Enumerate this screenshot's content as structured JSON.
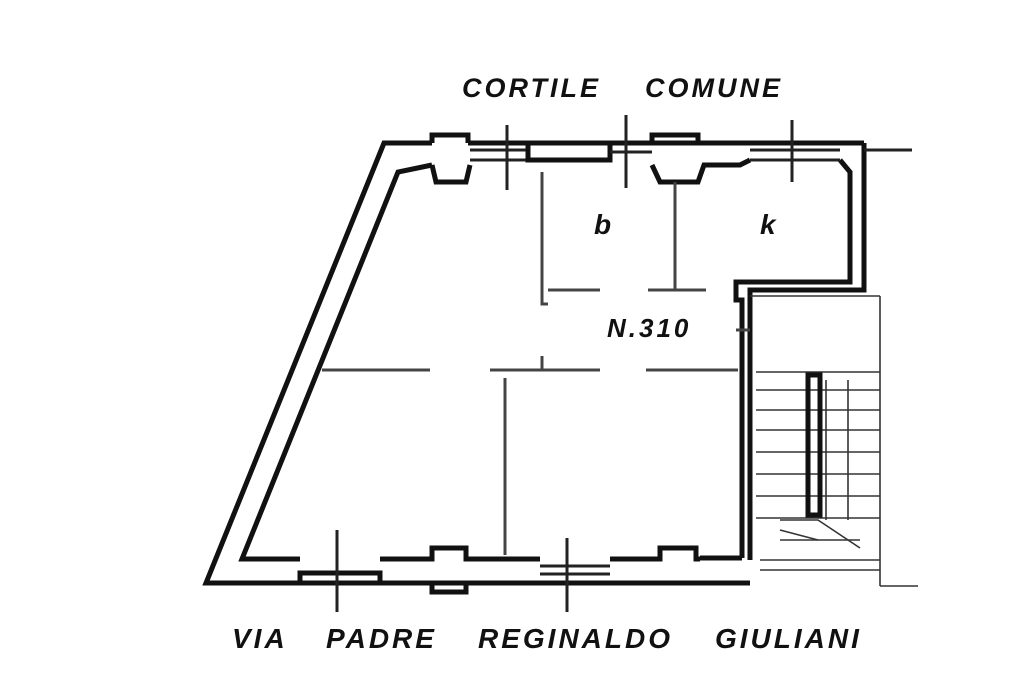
{
  "plan": {
    "street_top": {
      "word1": "CORTILE",
      "word2": "COMUNE"
    },
    "street_bottom": {
      "word1": "VIA",
      "word2": "PADRE",
      "word3": "REGINALDO",
      "word4": "GIULIANI"
    },
    "room_labels": {
      "bathroom": "b",
      "kitchen": "k"
    },
    "unit_number": "N.310"
  }
}
